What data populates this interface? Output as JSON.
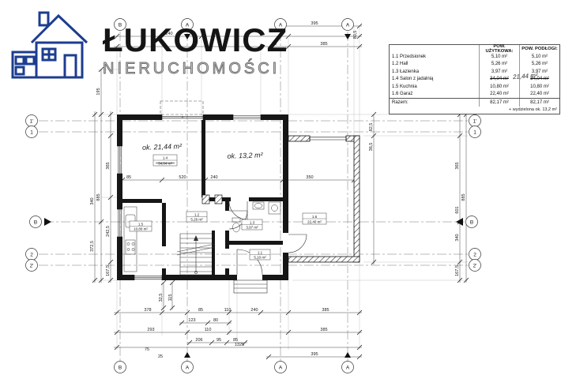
{
  "logo": {
    "title": "ŁUKOWICZ",
    "subtitle": "NIERUCHOMOŚCI"
  },
  "table": {
    "headers": {
      "col_u": "POW. UŻYTKOWA:",
      "col_p": "POW. PODŁOGI:"
    },
    "rows": [
      {
        "name": "1.1 Przedsionek",
        "u": "5,10 m²",
        "p": "5,10 m²"
      },
      {
        "name": "1.2 Hall",
        "u": "5,26 m²",
        "p": "5,26 m²"
      },
      {
        "name": "1.3 Łazienka",
        "u": "3,97 m²",
        "p": "3,97 m²"
      },
      {
        "name": "1.4 Salon z jadalnią",
        "u": "34,04 m²",
        "p": "34,04 m²"
      },
      {
        "name": "1.5 Kuchnia",
        "u": "10,80 m²",
        "p": "10,80 m²"
      },
      {
        "name": "1.6 Garaż",
        "u": "22,40 m²",
        "p": "22,40 m²"
      }
    ],
    "total": {
      "label": "Razem:",
      "u": "82,17 m²",
      "p": "82,17 m²"
    },
    "annotation": "21,44 m²",
    "footnote": "+ wydzielona ok. 13,2 m²"
  },
  "plan": {
    "room_notes": {
      "salon": "ok. 21,44 m²",
      "room2": "ok. 13,2 m²"
    },
    "room_tags": [
      {
        "id": "1.4",
        "area": "34,04 m²"
      },
      {
        "id": "1.5",
        "area": "10,80 m²"
      },
      {
        "id": "1.2",
        "area": "5,26 m²"
      },
      {
        "id": "1.3",
        "area": "3,97 m²"
      },
      {
        "id": "1.1",
        "area": "5,10 m²"
      },
      {
        "id": "1.6",
        "area": "22,40 m²"
      }
    ],
    "grid": {
      "top": [
        "B",
        "A",
        "A",
        "A"
      ],
      "bottom": [
        "B",
        "A",
        "A",
        "A"
      ],
      "left": [
        "1'",
        "1",
        "B",
        "2",
        "2'"
      ],
      "right": [
        "1'",
        "1",
        "B",
        "2",
        "2'"
      ]
    },
    "dims": [
      "195",
      "240",
      "395",
      "80,5",
      "85",
      "385",
      "85",
      "520",
      "240",
      "350",
      "115",
      "32,5",
      "378",
      "85",
      "110",
      "240",
      "385",
      "123",
      "80",
      "293",
      "110",
      "385",
      "206",
      "95",
      "85",
      "1325",
      "395",
      "75",
      "25",
      "365",
      "885",
      "242,5",
      "372,5",
      "167,5",
      "340",
      "82,5",
      "36,5",
      "365",
      "885",
      "601",
      "340",
      "167,5"
    ]
  },
  "colors": {
    "logo_blue": "#1c3d8f",
    "wall": "#161616",
    "dim_text": "#1a1a1a"
  }
}
